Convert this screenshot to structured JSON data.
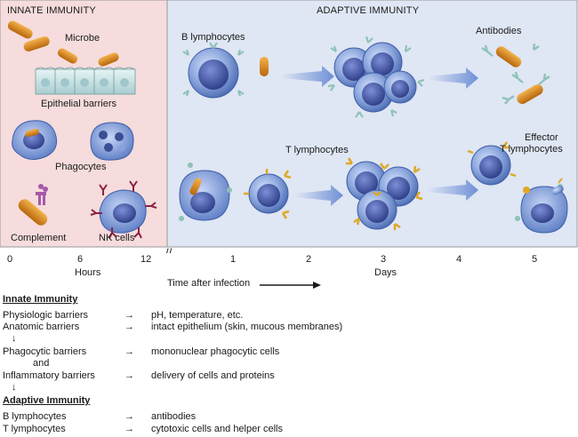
{
  "panel_headers": {
    "innate": "INNATE IMMUNITY",
    "adaptive": "ADAPTIVE IMMUNITY"
  },
  "labels": {
    "microbe": "Microbe",
    "epithelial": "Epithelial barriers",
    "phagocytes": "Phagocytes",
    "complement": "Complement",
    "nk": "NK cells",
    "b_lymph": "B lymphocytes",
    "antibodies": "Antibodies",
    "t_lymph": "T lymphocytes",
    "effector_1": "Effector",
    "effector_2": "T lymphocytes"
  },
  "timeline": {
    "hour_ticks": [
      "0",
      "6",
      "12"
    ],
    "day_ticks": [
      "1",
      "2",
      "3",
      "4",
      "5"
    ],
    "hours_label": "Hours",
    "days_label": "Days",
    "axis_title": "Time after infection"
  },
  "innate_section": {
    "title": "Innate Immunity",
    "rows": [
      {
        "label": "Physiologic barriers",
        "arrow": "→",
        "result": "pH, temperature, etc."
      },
      {
        "label": "Anatomic barriers",
        "arrow": "→",
        "result": "intact epithelium (skin, mucous membranes)"
      },
      {
        "label": "Phagocytic barriers",
        "arrow": "→",
        "result": "mononuclear phagocytic cells"
      },
      {
        "label": "Inflammatory barriers",
        "arrow": "→",
        "result": "delivery of cells and proteins"
      }
    ],
    "down_arrow": "↓",
    "connector": "and"
  },
  "adaptive_section": {
    "title": "Adaptive Immunity",
    "rows": [
      {
        "label": "B lymphocytes",
        "arrow": "→",
        "result": "antibodies"
      },
      {
        "label": "T lymphocytes",
        "arrow": "→",
        "result": "cytotoxic cells and helper cells"
      }
    ]
  },
  "colors": {
    "innate_bg": "#f6dcdc",
    "adaptive_bg": "#dfe6f4",
    "microbe": "#d98a1e",
    "cell_outer": "#5f82c4",
    "cell_nucleus": "#3a4f94",
    "antibody": "#8fc2b8",
    "receptor": "#e0a825",
    "flow_arrow": "#7f9fdb"
  }
}
